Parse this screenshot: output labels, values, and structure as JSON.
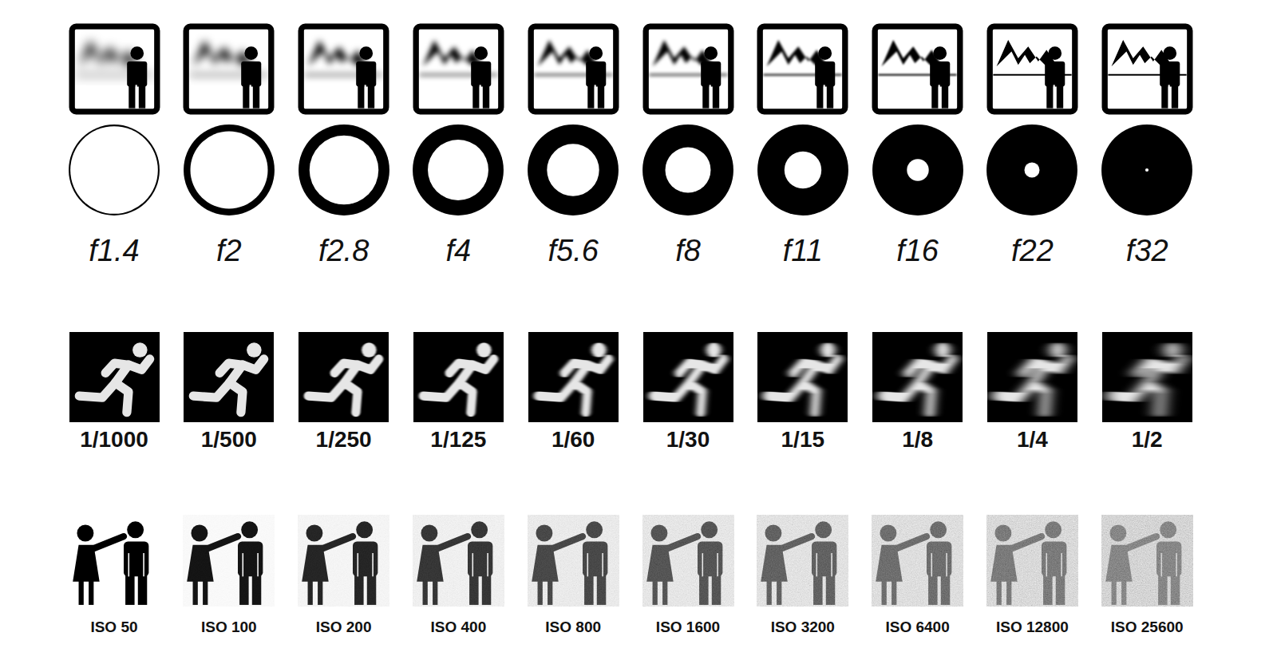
{
  "diagram": {
    "labels": [
      "f1.4",
      "f2",
      "f2.8",
      "f4",
      "f5.6",
      "f8",
      "f11",
      "f16",
      "f22",
      "f32",
      "1/1000",
      "1/500",
      "1/250",
      "1/125",
      "1/60",
      "1/30",
      "1/15",
      "1/8",
      "1/4",
      "1/2",
      "ISO 50",
      "ISO 100",
      "ISO 200",
      "ISO 400",
      "ISO 800",
      "ISO 1600",
      "ISO 3200",
      "ISO 6400",
      "ISO 12800",
      "ISO 25600"
    ]
  }
}
